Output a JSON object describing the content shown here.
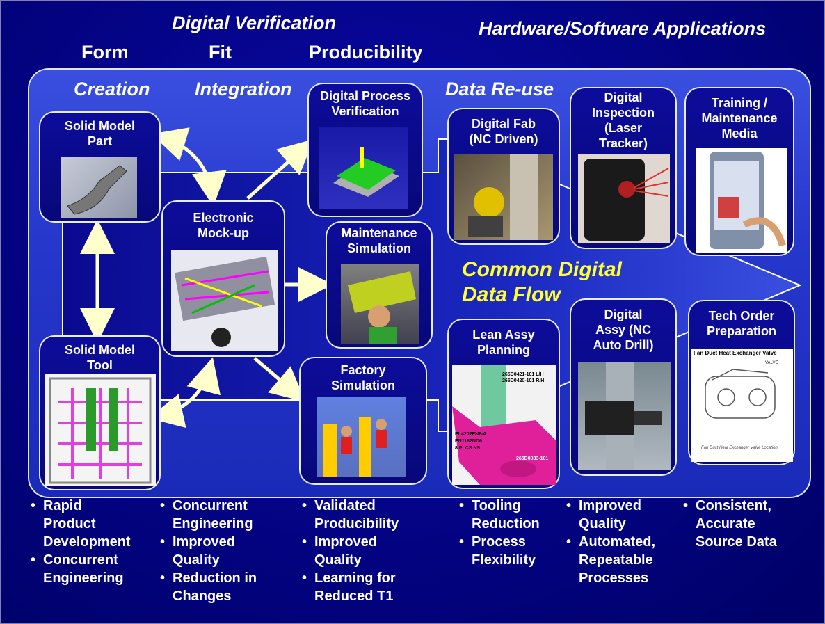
{
  "header": {
    "digital_verification": "Digital Verification",
    "form": "Form",
    "fit": "Fit",
    "producibility": "Producibility",
    "hw_sw_apps": "Hardware/Software Applications"
  },
  "section_labels": {
    "creation": "Creation",
    "integration": "Integration",
    "data_reuse": "Data Re-use",
    "common_flow_line1": "Common Digital",
    "common_flow_line2": "Data Flow"
  },
  "cards": {
    "solid_model_part": [
      "Solid Model",
      "Part"
    ],
    "solid_model_tool": [
      "Solid Model",
      "Tool"
    ],
    "electronic_mockup": [
      "Electronic",
      "Mock-up"
    ],
    "digital_process_verification": [
      "Digital Process",
      "Verification"
    ],
    "maintenance_simulation": [
      "Maintenance",
      "Simulation"
    ],
    "factory_simulation": [
      "Factory",
      "Simulation"
    ],
    "digital_fab": [
      "Digital Fab",
      "(NC Driven)"
    ],
    "digital_inspection": [
      "Digital",
      "Inspection",
      "(Laser",
      "Tracker)"
    ],
    "training_media": [
      "Training /",
      "Maintenance",
      "Media"
    ],
    "lean_assy": [
      "Lean Assy",
      "Planning"
    ],
    "digital_assy": [
      "Digital",
      "Assy (NC",
      "Auto Drill)"
    ],
    "tech_order": [
      "Tech Order",
      "Preparation"
    ]
  },
  "image_text": {
    "lean_labels": [
      "265D0421-101 L/H",
      "265D0420-101 R/H",
      "EL4202EN6-4",
      "EN1182ND6",
      "8 PLCS NS",
      "265D0333-101"
    ],
    "tech_order_caption": "Fan Duct Heat Exchanger Valve",
    "tech_order_valve": "VALVE",
    "tech_order_footer": "Fan Duct Heat Exchanger Valve Location"
  },
  "bullets": {
    "col1": [
      [
        "Rapid",
        "Product",
        "Development"
      ],
      [
        "Concurrent",
        "Engineering"
      ]
    ],
    "col2": [
      [
        "Concurrent",
        "Engineering"
      ],
      [
        "Improved",
        "Quality"
      ],
      [
        "Reduction in",
        "Changes"
      ]
    ],
    "col3": [
      [
        "Validated",
        "Producibility"
      ],
      [
        "Improved",
        "Quality"
      ],
      [
        "Learning for",
        "Reduced T1"
      ]
    ],
    "col4": [
      [
        "Tooling",
        "Reduction"
      ],
      [
        "Process",
        "Flexibility"
      ]
    ],
    "col5": [
      [
        "Improved",
        "Quality"
      ],
      [
        "Automated,",
        "Repeatable",
        "Processes"
      ]
    ],
    "col6": [
      [
        "Consistent,",
        "Accurate",
        "Source Data"
      ]
    ]
  },
  "colors": {
    "background": "#000066",
    "accent_yellow": "#ffff33",
    "arrow": "#ffffcc",
    "panel": "#2a3cd0"
  }
}
